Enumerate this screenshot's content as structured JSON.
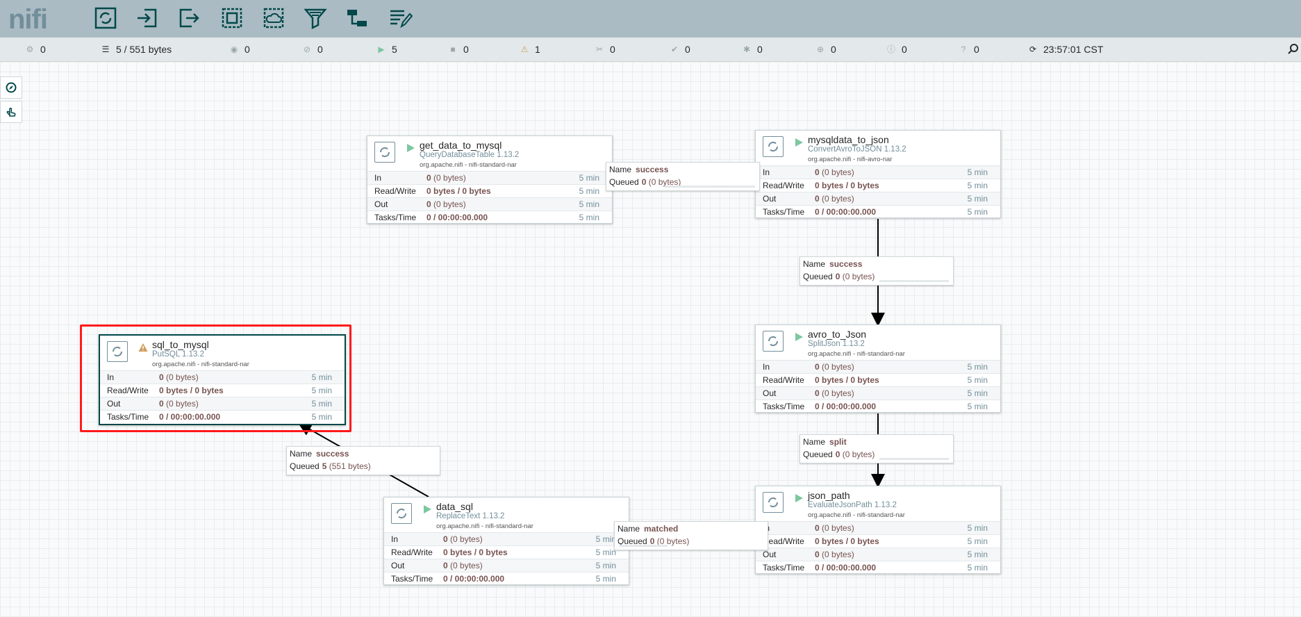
{
  "app": {
    "logo_text": "nifi"
  },
  "toolbar": {
    "buttons": [
      {
        "name": "processor-icon"
      },
      {
        "name": "input-port-icon"
      },
      {
        "name": "output-port-icon"
      },
      {
        "name": "process-group-icon"
      },
      {
        "name": "remote-process-group-icon"
      },
      {
        "name": "funnel-icon"
      },
      {
        "name": "template-icon"
      },
      {
        "name": "label-icon"
      }
    ]
  },
  "status": {
    "cluster": "0",
    "queued": "5 / 551 bytes",
    "transmitting": "0",
    "not_transmitting": "0",
    "running": "5",
    "stopped": "0",
    "invalid": "1",
    "disabled": "0",
    "up_to_date": "0",
    "locally_modified": "0",
    "stale": "0",
    "locally_modified_stale": "0",
    "sync_failure": "0",
    "last_refresh": "23:57:01 CST"
  },
  "labels": {
    "in": "In",
    "read_write": "Read/Write",
    "out": "Out",
    "tasks_time": "Tasks/Time",
    "name": "Name",
    "queued": "Queued"
  },
  "processors": {
    "get_data": {
      "name": "get_data_to_mysql",
      "type": "QueryDatabaseTable 1.13.2",
      "bundle": "org.apache.nifi - nifi-standard-nar",
      "in_v": "0",
      "in_s": "(0 bytes)",
      "rw": "0 bytes / 0 bytes",
      "out_v": "0",
      "out_s": "(0 bytes)",
      "tasks": "0 / 00:00:00.000",
      "tm": "5 min"
    },
    "mysqldata": {
      "name": "mysqldata_to_json",
      "type": "ConvertAvroToJSON 1.13.2",
      "bundle": "org.apache.nifi - nifi-avro-nar",
      "in_v": "0",
      "in_s": "(0 bytes)",
      "rw": "0 bytes / 0 bytes",
      "out_v": "0",
      "out_s": "(0 bytes)",
      "tasks": "0 / 00:00:00.000",
      "tm": "5 min"
    },
    "avro": {
      "name": "avro_to_Json",
      "type": "SplitJson 1.13.2",
      "bundle": "org.apache.nifi - nifi-standard-nar",
      "in_v": "0",
      "in_s": "(0 bytes)",
      "rw": "0 bytes / 0 bytes",
      "out_v": "0",
      "out_s": "(0 bytes)",
      "tasks": "0 / 00:00:00.000",
      "tm": "5 min"
    },
    "sql_to_mysql": {
      "name": "sql_to_mysql",
      "type": "PutSQL 1.13.2",
      "bundle": "org.apache.nifi - nifi-standard-nar",
      "in_v": "0",
      "in_s": "(0 bytes)",
      "rw": "0 bytes / 0 bytes",
      "out_v": "0",
      "out_s": "(0 bytes)",
      "tasks": "0 / 00:00:00.000",
      "tm": "5 min"
    },
    "data_sql": {
      "name": "data_sql",
      "type": "ReplaceText 1.13.2",
      "bundle": "org.apache.nifi - nifi-standard-nar",
      "in_v": "0",
      "in_s": "(0 bytes)",
      "rw": "0 bytes / 0 bytes",
      "out_v": "0",
      "out_s": "(0 bytes)",
      "tasks": "0 / 00:00:00.000",
      "tm": "5 min"
    },
    "json_path": {
      "name": "json_path",
      "type": "EvaluateJsonPath 1.13.2",
      "bundle": "org.apache.nifi - nifi-standard-nar",
      "in_v": "0",
      "in_s": "(0 bytes)",
      "rw": "0 bytes / 0 bytes",
      "out_v": "0",
      "out_s": "(0 bytes)",
      "tasks": "0 / 00:00:00.000",
      "tm": "5 min"
    }
  },
  "connections": {
    "c1": {
      "name": "success",
      "q_v": "0",
      "q_s": "(0 bytes)"
    },
    "c2": {
      "name": "success",
      "q_v": "0",
      "q_s": "(0 bytes)"
    },
    "c3": {
      "name": "split",
      "q_v": "0",
      "q_s": "(0 bytes)"
    },
    "c4": {
      "name": "success",
      "q_v": "5",
      "q_s": "(551 bytes)"
    },
    "c5": {
      "name": "matched",
      "q_v": "0",
      "q_s": "(0 bytes)"
    }
  },
  "colors": {
    "header": "#aabbc3",
    "accent": "#004849",
    "running": "#7dc7a0",
    "invalid": "#cf9f5d",
    "selection": "#ff1a1a"
  }
}
